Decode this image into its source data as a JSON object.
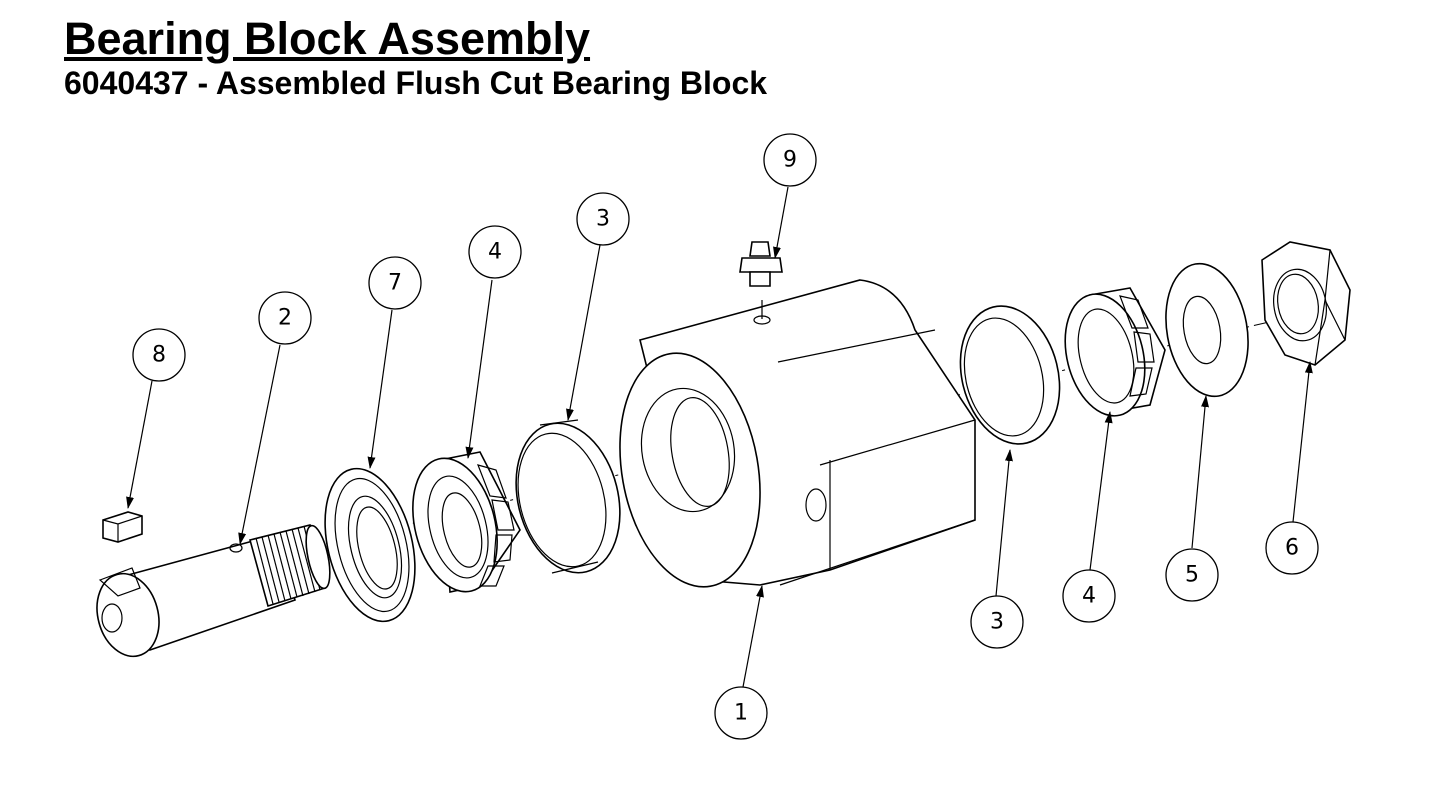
{
  "header": {
    "title": "Bearing Block Assembly",
    "subtitle": "6040437 - Assembled Flush Cut Bearing Block"
  },
  "balloons": [
    {
      "label": "8"
    },
    {
      "label": "2"
    },
    {
      "label": "7"
    },
    {
      "label": "4"
    },
    {
      "label": "3"
    },
    {
      "label": "9"
    },
    {
      "label": "1"
    },
    {
      "label": "3"
    },
    {
      "label": "4"
    },
    {
      "label": "5"
    },
    {
      "label": "6"
    }
  ]
}
